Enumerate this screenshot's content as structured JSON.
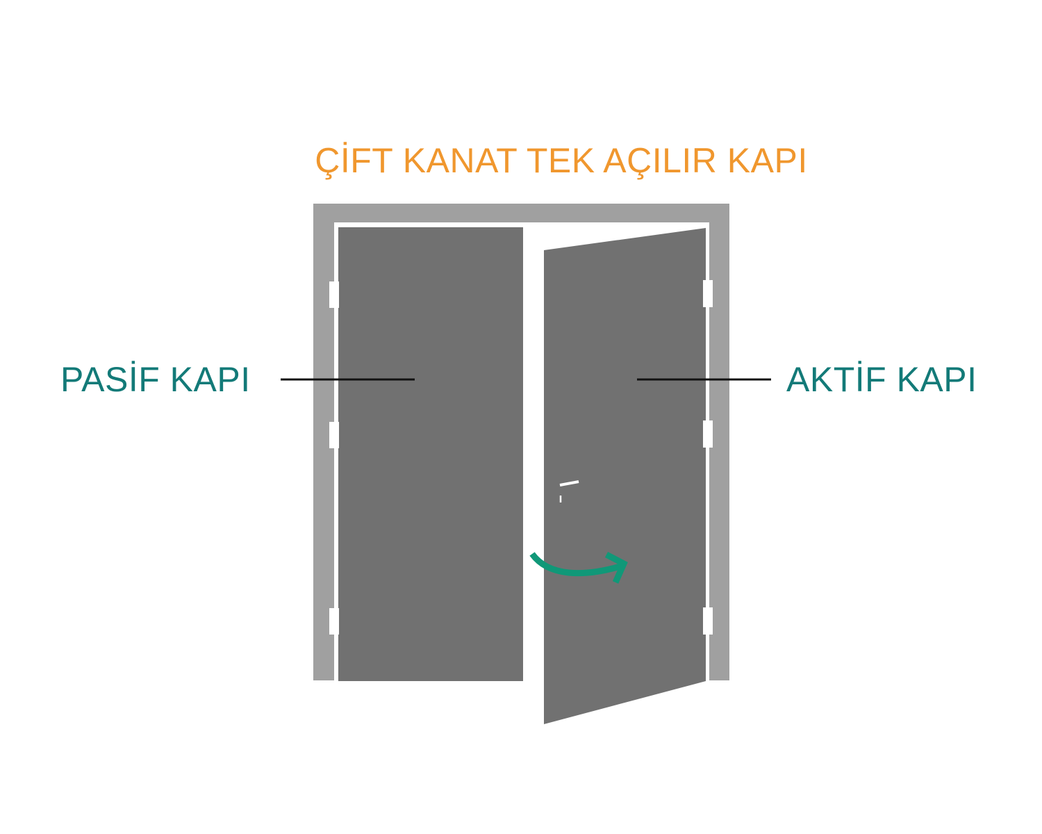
{
  "title": "ÇİFT KANAT TEK AÇILIR KAPI",
  "labels": {
    "passive": "PASİF KAPI",
    "active": "AKTİF KAPI"
  },
  "colors": {
    "title": "#F0972E",
    "label": "#137A78",
    "frame": "#A0A0A0",
    "door": "#717171",
    "arrow": "#109878",
    "leader": "#111111"
  }
}
